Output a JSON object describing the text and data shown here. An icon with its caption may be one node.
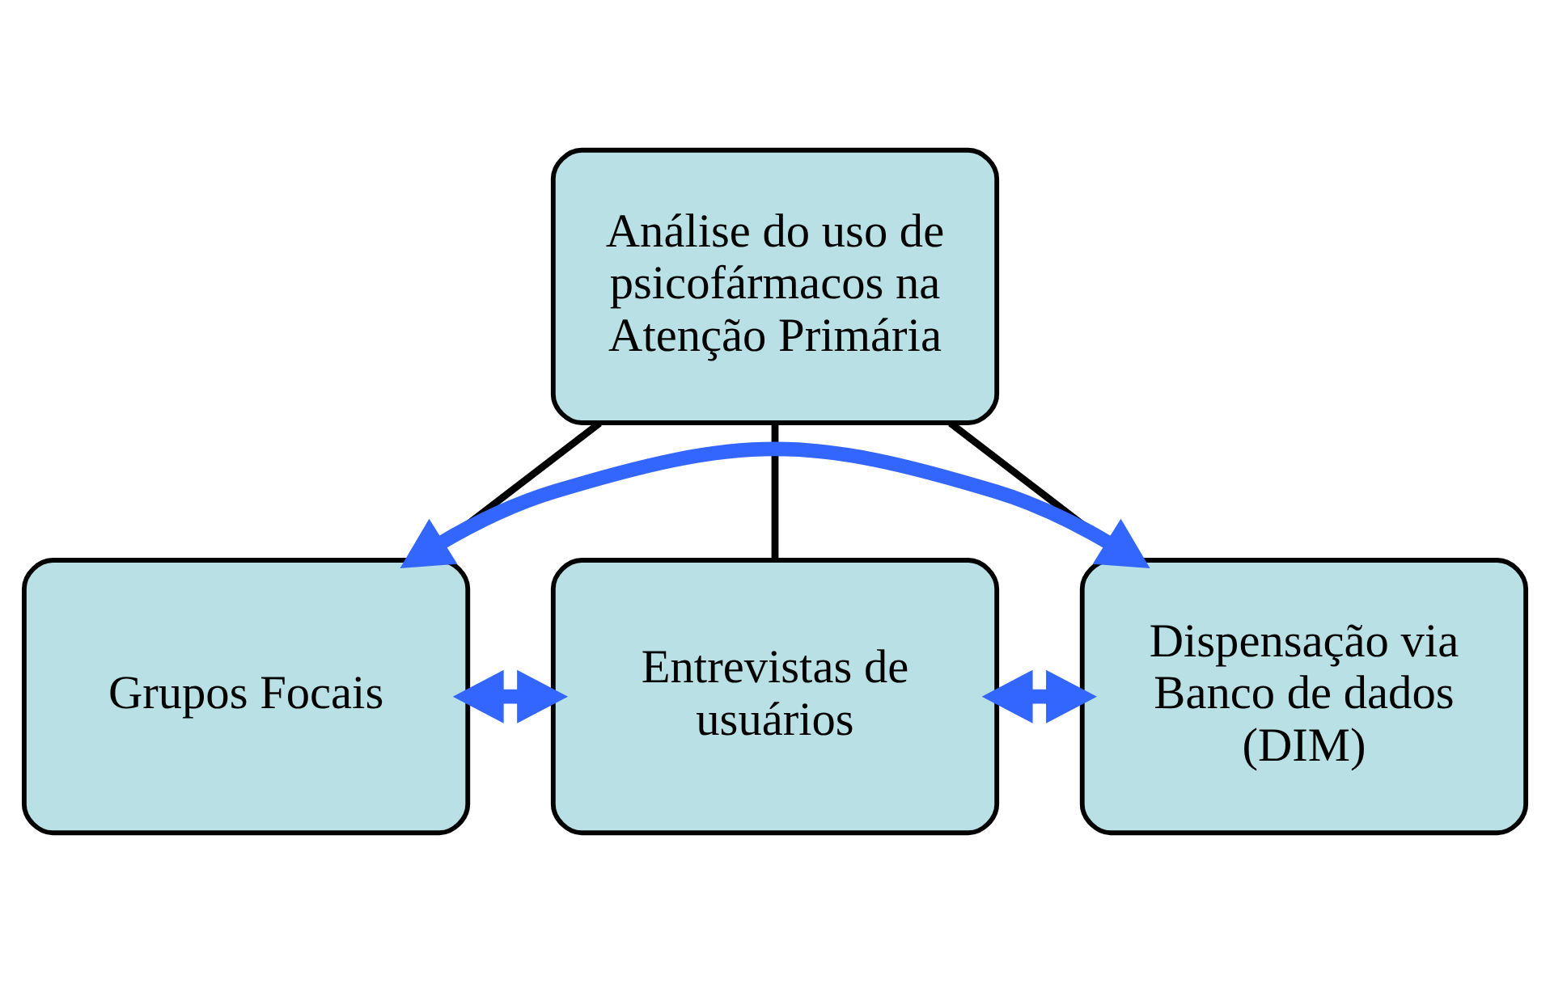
{
  "diagram": {
    "nodes": [
      {
        "text": [
          "Análise do uso de psicofármacos na Atenção Primária"
        ]
      },
      {
        "text": [
          "Grupos Focais"
        ]
      },
      {
        "text": [
          "Entrevistas de usuários"
        ]
      },
      {
        "text": [
          "Dispensação via Banco de dados (DIM)"
        ]
      }
    ],
    "edges": [
      {
        "from": 0,
        "to": 1,
        "arrow": "none"
      },
      {
        "from": 0,
        "to": 2,
        "arrow": "none"
      },
      {
        "from": 0,
        "to": 3,
        "arrow": "none"
      },
      {
        "from": 1,
        "to": 2,
        "arrow": "both",
        "style": "thick",
        "color": "#3366ff"
      },
      {
        "from": 2,
        "to": 3,
        "arrow": "both",
        "style": "thick",
        "color": "#3366ff"
      },
      {
        "from": 1,
        "to": 3,
        "arrow": "both",
        "style": "thick",
        "color": "#3366ff"
      }
    ]
  }
}
